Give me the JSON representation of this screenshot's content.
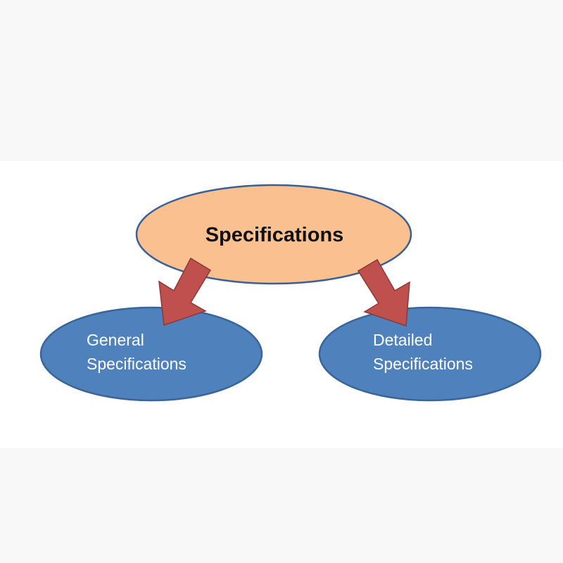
{
  "diagram": {
    "root": {
      "label": "Specifications",
      "fill": "#FAC08F",
      "stroke": "#3A5F99"
    },
    "children": [
      {
        "lines": [
          "General",
          "Specifications"
        ],
        "fill": "#4F81BD",
        "stroke": "#3A6599"
      },
      {
        "lines": [
          "Detailed",
          "Specifications"
        ],
        "fill": "#4F81BD",
        "stroke": "#3A6599"
      }
    ],
    "arrow_color": "#C0504D",
    "arrow_stroke": "#8C3836"
  }
}
